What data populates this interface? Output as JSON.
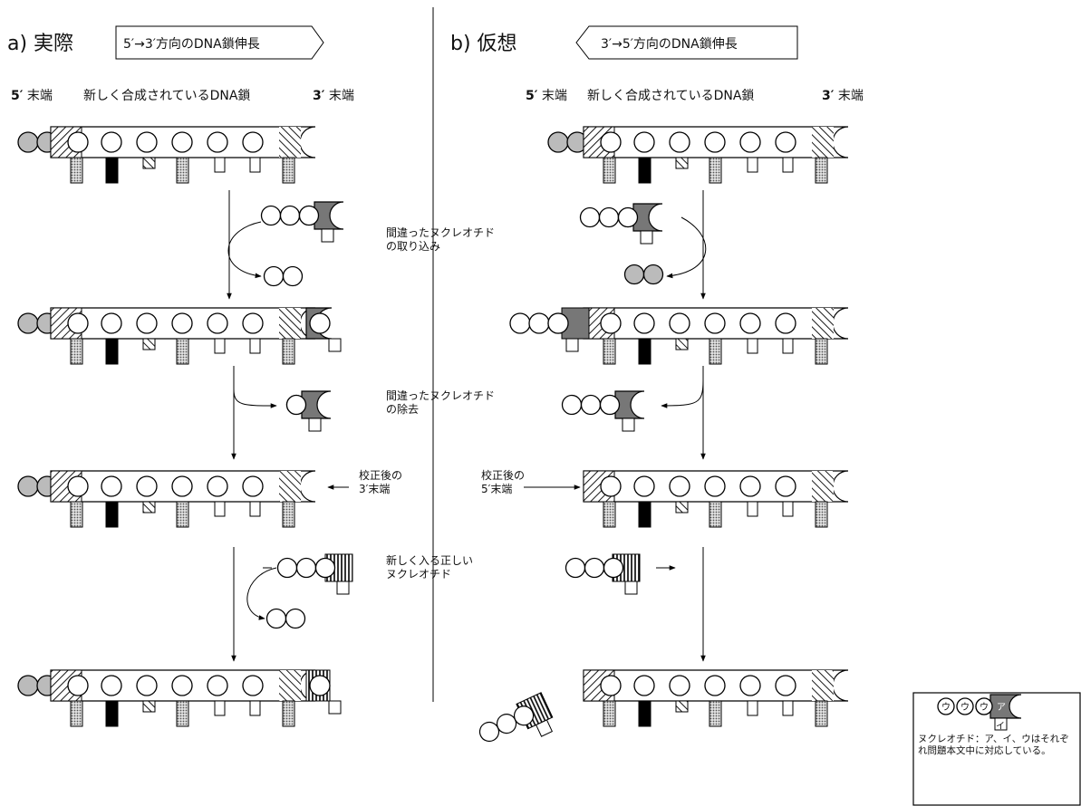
{
  "panel_a": {
    "label": "a) 実際",
    "direction_box": "5′→3′方向のDNA鎖伸長",
    "end5": "5′",
    "end5_suffix": "末端",
    "strand_label": "新しく合成されているDNA鎖",
    "end3": "3′",
    "end3_suffix": "末端",
    "step1_line1": "間違ったヌクレオチド",
    "step1_line2": "の取り込み",
    "step2_line1": "間違ったヌクレオチド",
    "step2_line2": "の除去",
    "proofread_line1": "校正後の",
    "proofread_line2": "3′末端",
    "step3_line1": "新しく入る正しい",
    "step3_line2": "ヌクレオチド"
  },
  "panel_b": {
    "label": "b) 仮想",
    "direction_box": "3′→5′方向のDNA鎖伸長",
    "end5": "5′",
    "end5_suffix": "末端",
    "strand_label": "新しく合成されているDNA鎖",
    "end3": "3′",
    "end3_suffix": "末端",
    "proofread_line1": "校正後の",
    "proofread_line2": "5′末端"
  },
  "legend": {
    "u1": "ウ",
    "u2": "ウ",
    "u3": "ウ",
    "a": "ア",
    "i": "イ",
    "note": "ヌクレオチド：ア、イ、ウはそれぞれ問題本文中に対応している。"
  }
}
